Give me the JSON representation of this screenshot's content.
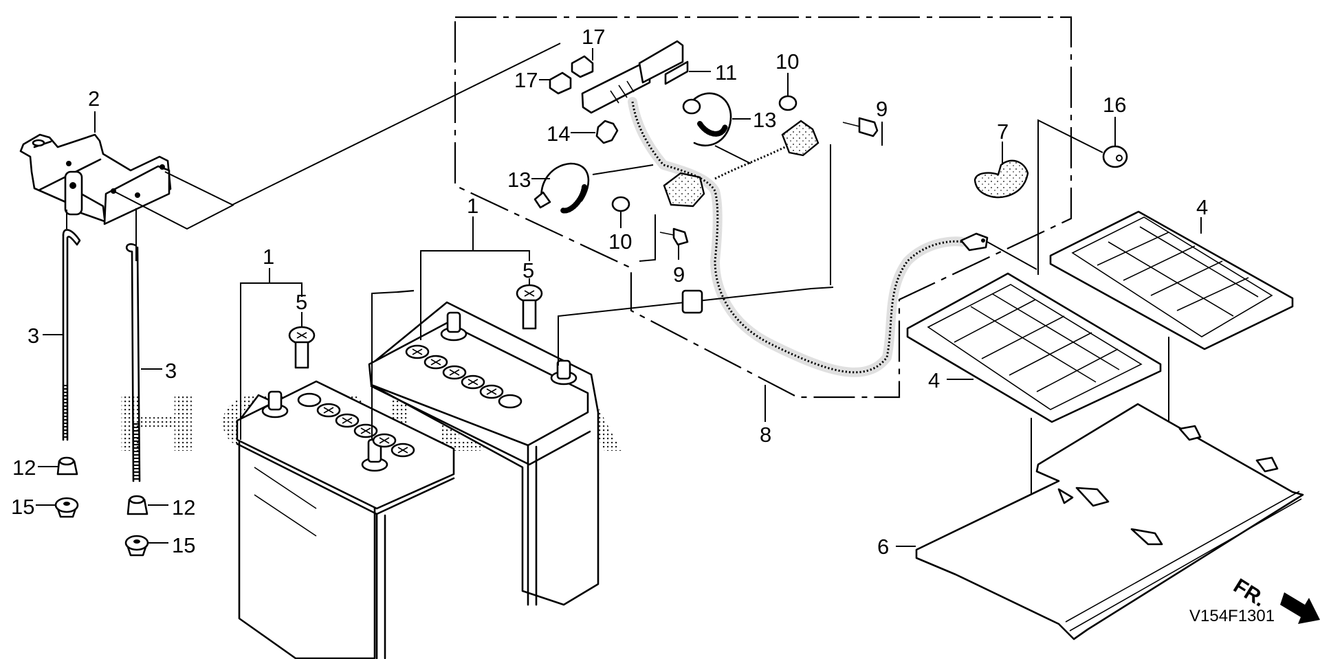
{
  "diagram": {
    "title": "Battery / battery cable / battery tray parts diagram",
    "diagram_code": "V154F1301",
    "watermark": "HONDA",
    "direction_marker": {
      "label": "FR.",
      "icon": "front-direction-arrow-icon"
    },
    "callouts": [
      {
        "id": "callout-1-left",
        "label": "1",
        "part": "battery"
      },
      {
        "id": "callout-1-right",
        "label": "1",
        "part": "battery"
      },
      {
        "id": "callout-2",
        "label": "2",
        "part": "battery setting bracket"
      },
      {
        "id": "callout-3-left",
        "label": "3",
        "part": "battery setting bolt"
      },
      {
        "id": "callout-3-right",
        "label": "3",
        "part": "battery setting bolt"
      },
      {
        "id": "callout-4-left",
        "label": "4",
        "part": "battery tray grid"
      },
      {
        "id": "callout-4-right",
        "label": "4",
        "part": "battery tray grid"
      },
      {
        "id": "callout-5-left",
        "label": "5",
        "part": "battery vent plug"
      },
      {
        "id": "callout-5-right",
        "label": "5",
        "part": "battery vent plug"
      },
      {
        "id": "callout-6",
        "label": "6",
        "part": "battery base plate"
      },
      {
        "id": "callout-7",
        "label": "7",
        "part": "terminal cover"
      },
      {
        "id": "callout-8",
        "label": "8",
        "part": "battery cable"
      },
      {
        "id": "callout-9-top",
        "label": "9",
        "part": "bolt"
      },
      {
        "id": "callout-9-bottom",
        "label": "9",
        "part": "bolt"
      },
      {
        "id": "callout-10-top",
        "label": "10",
        "part": "nut"
      },
      {
        "id": "callout-10-bottom",
        "label": "10",
        "part": "nut"
      },
      {
        "id": "callout-11",
        "label": "11",
        "part": "tape"
      },
      {
        "id": "callout-12-left",
        "label": "12",
        "part": "nut"
      },
      {
        "id": "callout-12-right",
        "label": "12",
        "part": "nut"
      },
      {
        "id": "callout-13-left",
        "label": "13",
        "part": "cable band"
      },
      {
        "id": "callout-13-right",
        "label": "13",
        "part": "cable band"
      },
      {
        "id": "callout-14",
        "label": "14",
        "part": "clip"
      },
      {
        "id": "callout-15-left",
        "label": "15",
        "part": "washer nut"
      },
      {
        "id": "callout-15-right",
        "label": "15",
        "part": "washer nut"
      },
      {
        "id": "callout-16",
        "label": "16",
        "part": "flange nut"
      },
      {
        "id": "callout-17-top",
        "label": "17",
        "part": "fuse"
      },
      {
        "id": "callout-17-left",
        "label": "17",
        "part": "fuse"
      }
    ]
  }
}
